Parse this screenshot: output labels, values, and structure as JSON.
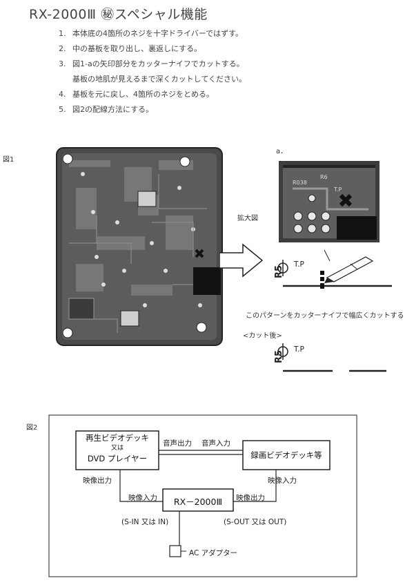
{
  "title": "RX-2000Ⅲ ㊙スペシャル機能",
  "steps": [
    {
      "num": "1.",
      "text": "本体底の4箇所のネジを十字ドライバーではずす。"
    },
    {
      "num": "2.",
      "text": "中の基板を取り出し、裏返しにする。"
    },
    {
      "num": "3.",
      "text": "図1-aの矢印部分をカッターナイフでカットする。"
    },
    {
      "num": "",
      "text": "基板の地肌が見えるまで深くカットしてください。"
    },
    {
      "num": "4.",
      "text": "基板を元に戻し、4箇所のネジをとめる。"
    },
    {
      "num": "5.",
      "text": "図2の配線方法にする。"
    }
  ],
  "fig1": {
    "label": "図1",
    "sub_label": "a．",
    "zoom_label": "拡大図",
    "tp": "T.P",
    "r5": "R5",
    "cut_caption": "このパターンをカッターナイフで幅広くカットする",
    "after_label": "<カット後>"
  },
  "fig2": {
    "label": "図2",
    "player_line1": "再生ビデオデッキ",
    "player_line2": "又は",
    "player_line3": "DVD プレイヤー",
    "recorder": "録画ビデオデッキ等",
    "audio_out": "音声出力",
    "audio_in": "音声入力",
    "video_out_left": "映像出力",
    "video_in_right": "映像入力",
    "device": "RX－2000Ⅲ",
    "device_video_in": "映像入力",
    "device_video_out": "映像出力",
    "s_in": "(S-IN 又は IN)",
    "s_out": "(S-OUT 又は OUT)",
    "adapter": "AC アダプター"
  }
}
